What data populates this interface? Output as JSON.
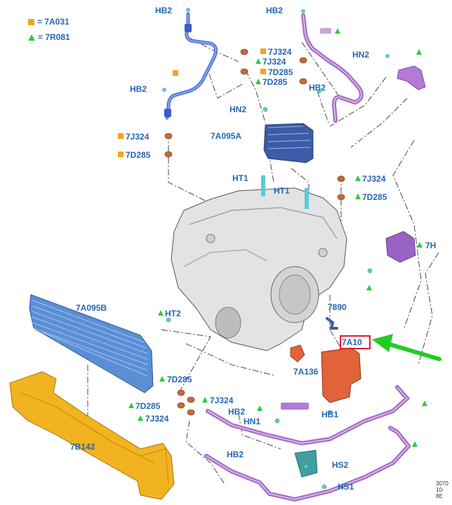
{
  "legend": {
    "square_label": "= 7A031",
    "triangle_label": "= 7R081",
    "square_color": "#f5a21e",
    "triangle_color": "#2ecc40"
  },
  "colors": {
    "label": "#2466b4",
    "blue_hose": "#4a6fd8",
    "purple_hose": "#a56cc8",
    "cooler": "#5a8fd6",
    "bracket": "#f2b321",
    "valve": "#e2623a",
    "arrow": "#22cc22",
    "highlight_box": "#e0202a"
  },
  "labels": {
    "hb2_top_left": "HB2",
    "hb2_top_mid": "HB2",
    "hb2_left": "HB2",
    "hb2_mid": "HB2",
    "hb2_low1": "HB2",
    "hb2_low2": "HB2",
    "hn2_right": "HN2",
    "hn2_mid": "HN2",
    "p7j324_a": "7J324",
    "p7j324_b": "7J324",
    "p7j324_c": "7J324",
    "p7j324_d": "7J324",
    "p7j324_e": "7J324",
    "p7j324_f": "7J324",
    "p7d285_a": "7D285",
    "p7d285_b": "7D285",
    "p7d285_c": "7D285",
    "p7d285_d": "7D285",
    "p7d285_e": "7D285",
    "p7d285_f": "7D285",
    "p7a095a": "7A095A",
    "ht1_a": "HT1",
    "ht1_b": "HT1",
    "ht2": "HT2",
    "p7a095b": "7A095B",
    "p7890": "7890",
    "p7a10x": "7A10",
    "p7a136": "7A136",
    "hb1": "HB1",
    "hn1": "HN1",
    "hs2": "HS2",
    "hs1": "HS1",
    "p7b142": "7B142",
    "p7h_edge": "7H"
  },
  "footer": {
    "line1": "3070",
    "line2": "10-",
    "line3": "8E"
  }
}
